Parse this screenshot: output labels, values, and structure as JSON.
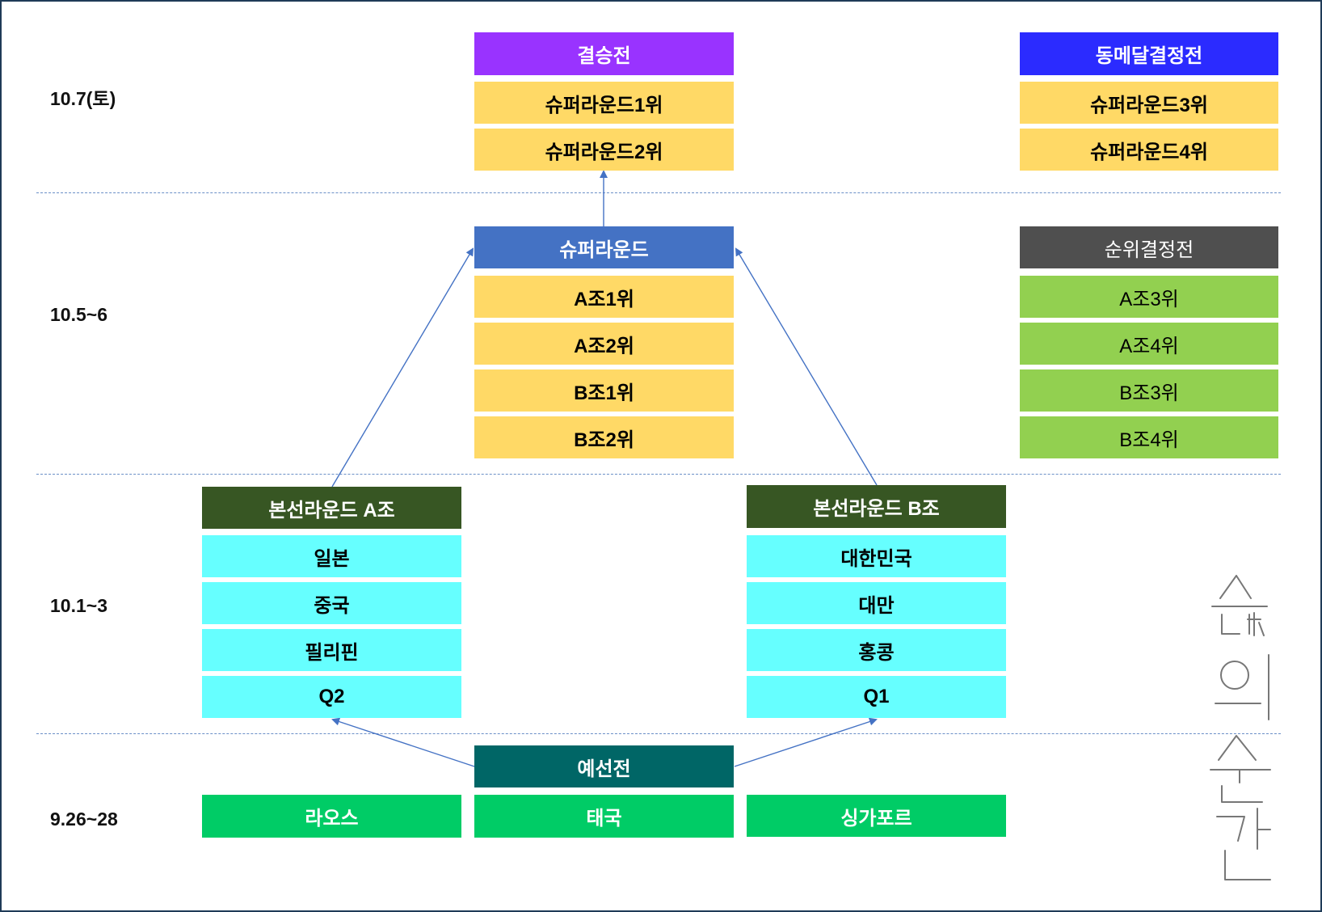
{
  "dates": {
    "final_day": "10.7(토)",
    "super_days": "10.5~6",
    "main_days": "10.1~3",
    "prelim_days": "9.26~28"
  },
  "final": {
    "title": "결승전",
    "entries": [
      "슈퍼라운드1위",
      "슈퍼라운드2위"
    ],
    "color": "#9933ff"
  },
  "bronze": {
    "title": "동메달결정전",
    "entries": [
      "슈퍼라운드3위",
      "슈퍼라운드4위"
    ],
    "color": "#2b2bff"
  },
  "super_round": {
    "title": "슈퍼라운드",
    "entries": [
      "A조1위",
      "A조2위",
      "B조1위",
      "B조2위"
    ],
    "color": "#4472c4"
  },
  "placement": {
    "title": "순위결정전",
    "entries": [
      "A조3위",
      "A조4위",
      "B조3위",
      "B조4위"
    ],
    "color": "#4f4f4f"
  },
  "group_a": {
    "title": "본선라운드 A조",
    "entries": [
      "일본",
      "중국",
      "필리핀",
      "Q2"
    ],
    "color": "#375623"
  },
  "group_b": {
    "title": "본선라운드 B조",
    "entries": [
      "대한민국",
      "대만",
      "홍콩",
      "Q1"
    ],
    "color": "#375623"
  },
  "prelim": {
    "title": "예선전",
    "entries": [
      "라오스",
      "태국",
      "싱가포르"
    ],
    "color": "#006666"
  },
  "colors": {
    "entry_yellow": "#ffd966",
    "entry_green_light": "#92d050",
    "entry_cyan": "#66ffff",
    "entry_green": "#00cc66",
    "arrow": "#4472c4",
    "dash": "#6b8fc7"
  },
  "handwriting": "삶의 순간"
}
